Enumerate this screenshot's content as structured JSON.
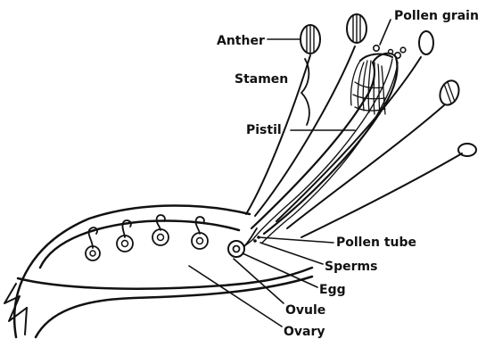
{
  "diagram": {
    "labels": {
      "anther": "Anther",
      "pollen_grain": "Pollen grain",
      "stamen": "Stamen",
      "pistil": "Pistil",
      "pollen_tube": "Pollen tube",
      "sperms": "Sperms",
      "egg": "Egg",
      "ovule": "Ovule",
      "ovary": "Ovary"
    },
    "colors": {
      "ink": "#111111",
      "background": "#ffffff"
    }
  }
}
